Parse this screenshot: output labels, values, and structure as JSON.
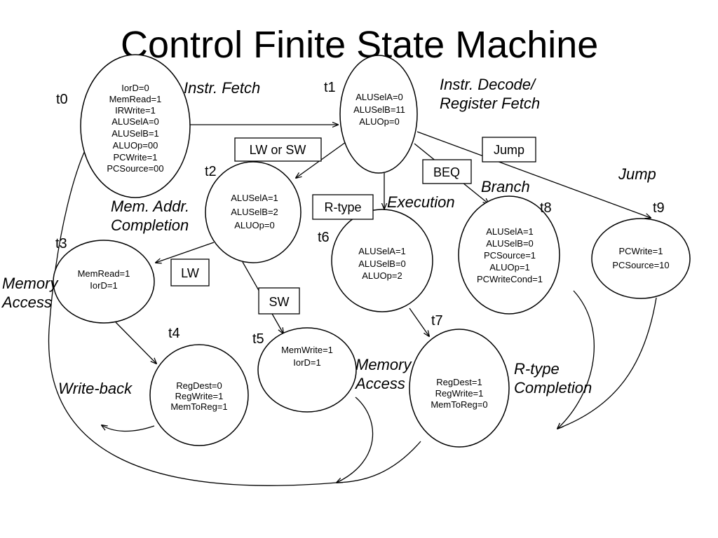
{
  "title": "Control Finite State Machine",
  "states": {
    "t0": {
      "label": "t0",
      "lines": [
        "IorD=0",
        "MemRead=1",
        "IRWrite=1",
        "ALUSelA=0",
        "ALUSelB=1",
        "ALUOp=00",
        "PCWrite=1",
        "PCSource=00"
      ]
    },
    "t1": {
      "label": "t1",
      "lines": [
        "ALUSelA=0",
        "ALUSelB=11",
        "ALUOp=0"
      ]
    },
    "t2": {
      "label": "t2",
      "lines": [
        "ALUSelA=1",
        "ALUSelB=2",
        "ALUOp=0"
      ]
    },
    "t3": {
      "label": "t3",
      "lines": [
        "MemRead=1",
        "IorD=1"
      ]
    },
    "t4": {
      "label": "t4",
      "lines": [
        "RegDest=0",
        "RegWrite=1",
        "MemToReg=1"
      ]
    },
    "t5": {
      "label": "t5",
      "lines": [
        "MemWrite=1",
        "IorD=1"
      ]
    },
    "t6": {
      "label": "t6",
      "lines": [
        "ALUSelA=1",
        "ALUSelB=0",
        "ALUOp=2"
      ]
    },
    "t7": {
      "label": "t7",
      "lines": [
        "RegDest=1",
        "RegWrite=1",
        "MemToReg=0"
      ]
    },
    "t8": {
      "label": "t8",
      "lines": [
        "ALUSelA=1",
        "ALUSelB=0",
        "PCSource=1",
        "ALUOp=1",
        "PCWriteCond=1"
      ]
    },
    "t9": {
      "label": "t9",
      "lines": [
        "PCWrite=1",
        "PCSource=10"
      ]
    }
  },
  "phases": {
    "fetch": "Instr. Fetch",
    "decode1": "Instr. Decode/",
    "decode2": "Register Fetch",
    "memaddr1": "Mem. Addr.",
    "memaddr2": "Completion",
    "memacc_left1": "Memory",
    "memacc_left2": "Access",
    "writeback": "Write-back",
    "execution": "Execution",
    "branch": "Branch",
    "jump": "Jump",
    "memacc_mid1": "Memory",
    "memacc_mid2": "Access",
    "rtype1": "R-type",
    "rtype2": "Completion"
  },
  "conditions": {
    "lw_or_sw": "LW or SW",
    "jump": "Jump",
    "beq": "BEQ",
    "rtype": "R-type",
    "lw": "LW",
    "sw": "SW"
  }
}
